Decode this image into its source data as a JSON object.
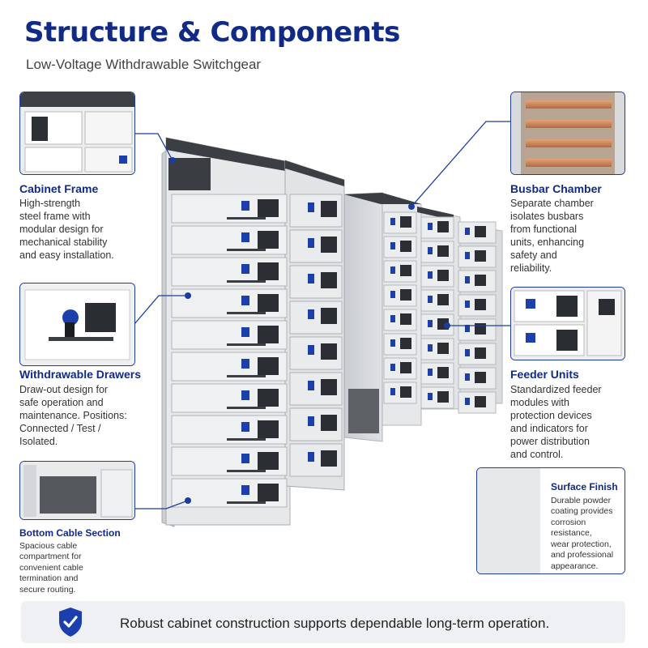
{
  "header": {
    "title": "Structure & Components",
    "subtitle": "Low-Voltage Withdrawable Switchgear"
  },
  "callouts": {
    "cabinet_frame": {
      "label": "Cabinet Frame",
      "description": [
        "High-strength",
        "steel frame with",
        "modular design for",
        "mechanical stability",
        "and easy installation."
      ]
    },
    "withdrawable_drawers": {
      "label": "Withdrawable Drawers",
      "description": [
        "Draw-out design for",
        "safe operation and",
        "maintenance. Positions:",
        "Connected / Test /",
        "Isolated."
      ]
    },
    "bottom_cable_section": {
      "label": "Bottom Cable Section",
      "description": [
        "Spacious cable",
        "compartment for",
        "convenient cable",
        "termination and",
        "secure routing."
      ]
    },
    "busbar_chamber": {
      "label": "Busbar Chamber",
      "description": [
        "Separate chamber",
        "isolates busbars",
        "from functional",
        "units, enhancing",
        "safety and",
        "reliability."
      ]
    },
    "feeder_units": {
      "label": "Feeder Units",
      "description": [
        "Standardized feeder",
        "modules with",
        "protection devices",
        "and indicators for",
        "power distribution",
        "and control."
      ]
    },
    "surface_finish": {
      "label": "Surface Finish",
      "description": [
        "Durable powder",
        "coating provides",
        "corrosion resistance,",
        "wear protection,",
        "and professional",
        "appearance."
      ]
    }
  },
  "footer": {
    "text": "Robust cabinet construction supports dependable long-term operation.",
    "icon": "shield-check-icon"
  },
  "colors": {
    "accent": "#102a86",
    "leader": "#1d3c9e",
    "cabinet": "#e3e5e7",
    "handle": "#1c3fae"
  }
}
